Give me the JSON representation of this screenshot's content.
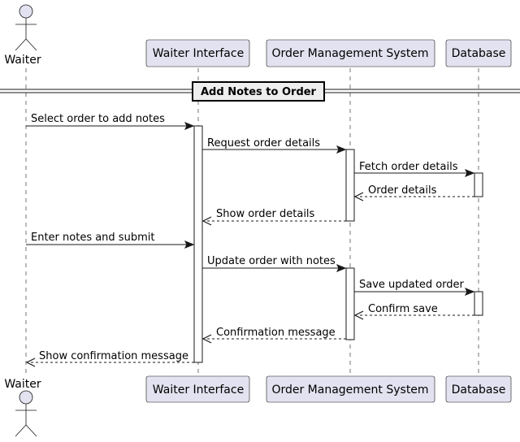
{
  "participants": {
    "waiter": "Waiter",
    "waiter_interface": "Waiter Interface",
    "order_system": "Order Management System",
    "database": "Database"
  },
  "section": {
    "title": "Add Notes to Order"
  },
  "messages": [
    {
      "from": "waiter",
      "to": "waiter_interface",
      "label": "Select order to add notes",
      "type": "sync"
    },
    {
      "from": "waiter_interface",
      "to": "order_system",
      "label": "Request order details",
      "type": "sync"
    },
    {
      "from": "order_system",
      "to": "database",
      "label": "Fetch order details",
      "type": "sync"
    },
    {
      "from": "database",
      "to": "order_system",
      "label": "Order details",
      "type": "return"
    },
    {
      "from": "order_system",
      "to": "waiter_interface",
      "label": "Show order details",
      "type": "return"
    },
    {
      "from": "waiter",
      "to": "waiter_interface",
      "label": "Enter notes and submit",
      "type": "sync"
    },
    {
      "from": "waiter_interface",
      "to": "order_system",
      "label": "Update order with notes",
      "type": "sync"
    },
    {
      "from": "order_system",
      "to": "database",
      "label": "Save updated order",
      "type": "sync"
    },
    {
      "from": "database",
      "to": "order_system",
      "label": "Confirm save",
      "type": "return"
    },
    {
      "from": "order_system",
      "to": "waiter_interface",
      "label": "Confirmation message",
      "type": "return"
    },
    {
      "from": "waiter_interface",
      "to": "waiter",
      "label": "Show confirmation message",
      "type": "return"
    }
  ],
  "colors": {
    "participant_fill": "#E2E2F0",
    "line": "#181818",
    "divider_fill": "#EEEEEE"
  }
}
